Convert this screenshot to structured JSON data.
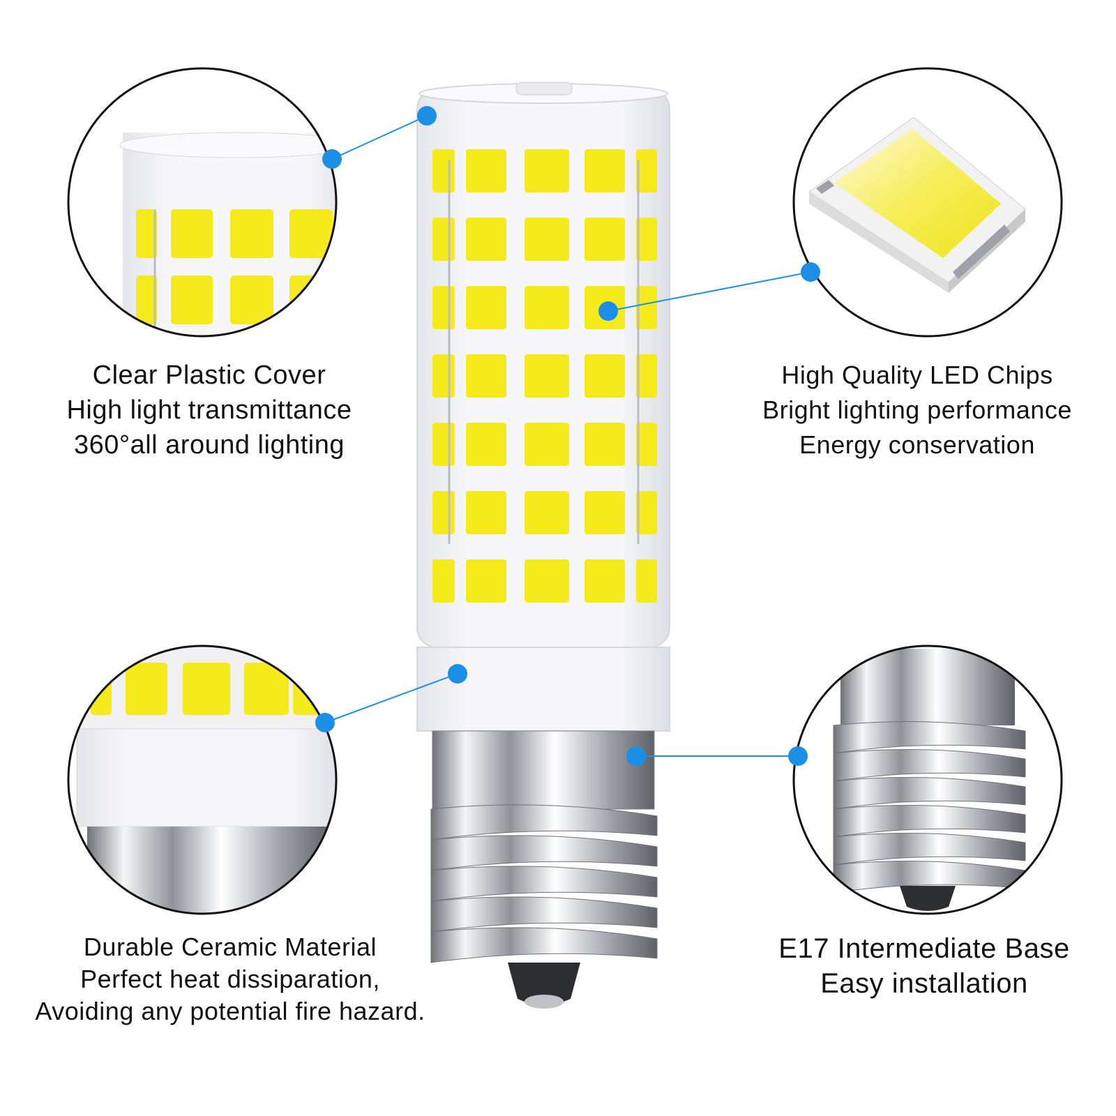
{
  "colors": {
    "accent": "#1b8fe6",
    "led_yellow": "#f4ea1c",
    "cover": "#f2f2f4",
    "metal": "#c9ccd0",
    "text": "#111111"
  },
  "features": {
    "cover": {
      "lines": [
        "Clear Plastic Cover",
        "High light transmittance",
        "360°all around lighting"
      ]
    },
    "chips": {
      "lines": [
        "High Quality LED Chips",
        "Bright lighting performance",
        "Energy conservation"
      ]
    },
    "ceramic": {
      "lines": [
        "Durable Ceramic Material",
        "Perfect heat dissiparation,",
        "Avoiding any potential fire hazard."
      ]
    },
    "base": {
      "lines": [
        "E17 Intermediate Base",
        "Easy installation"
      ]
    }
  }
}
